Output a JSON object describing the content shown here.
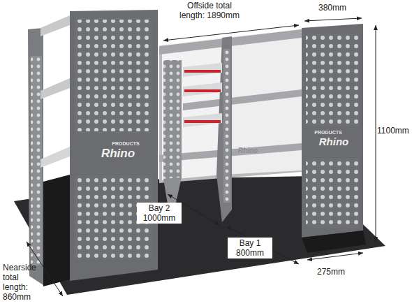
{
  "diagram": {
    "labels": [
      "Offside total length: 1890mm",
      "380mm",
      "1100mm",
      "Bay 2 1000mm",
      "Bay 1 800mm",
      "275mm",
      "Nearside total length: 860mm",
      "PRODUCTS",
      "Rhino",
      "PRODUCTS",
      "Rhino",
      "Rhino"
    ]
  }
}
